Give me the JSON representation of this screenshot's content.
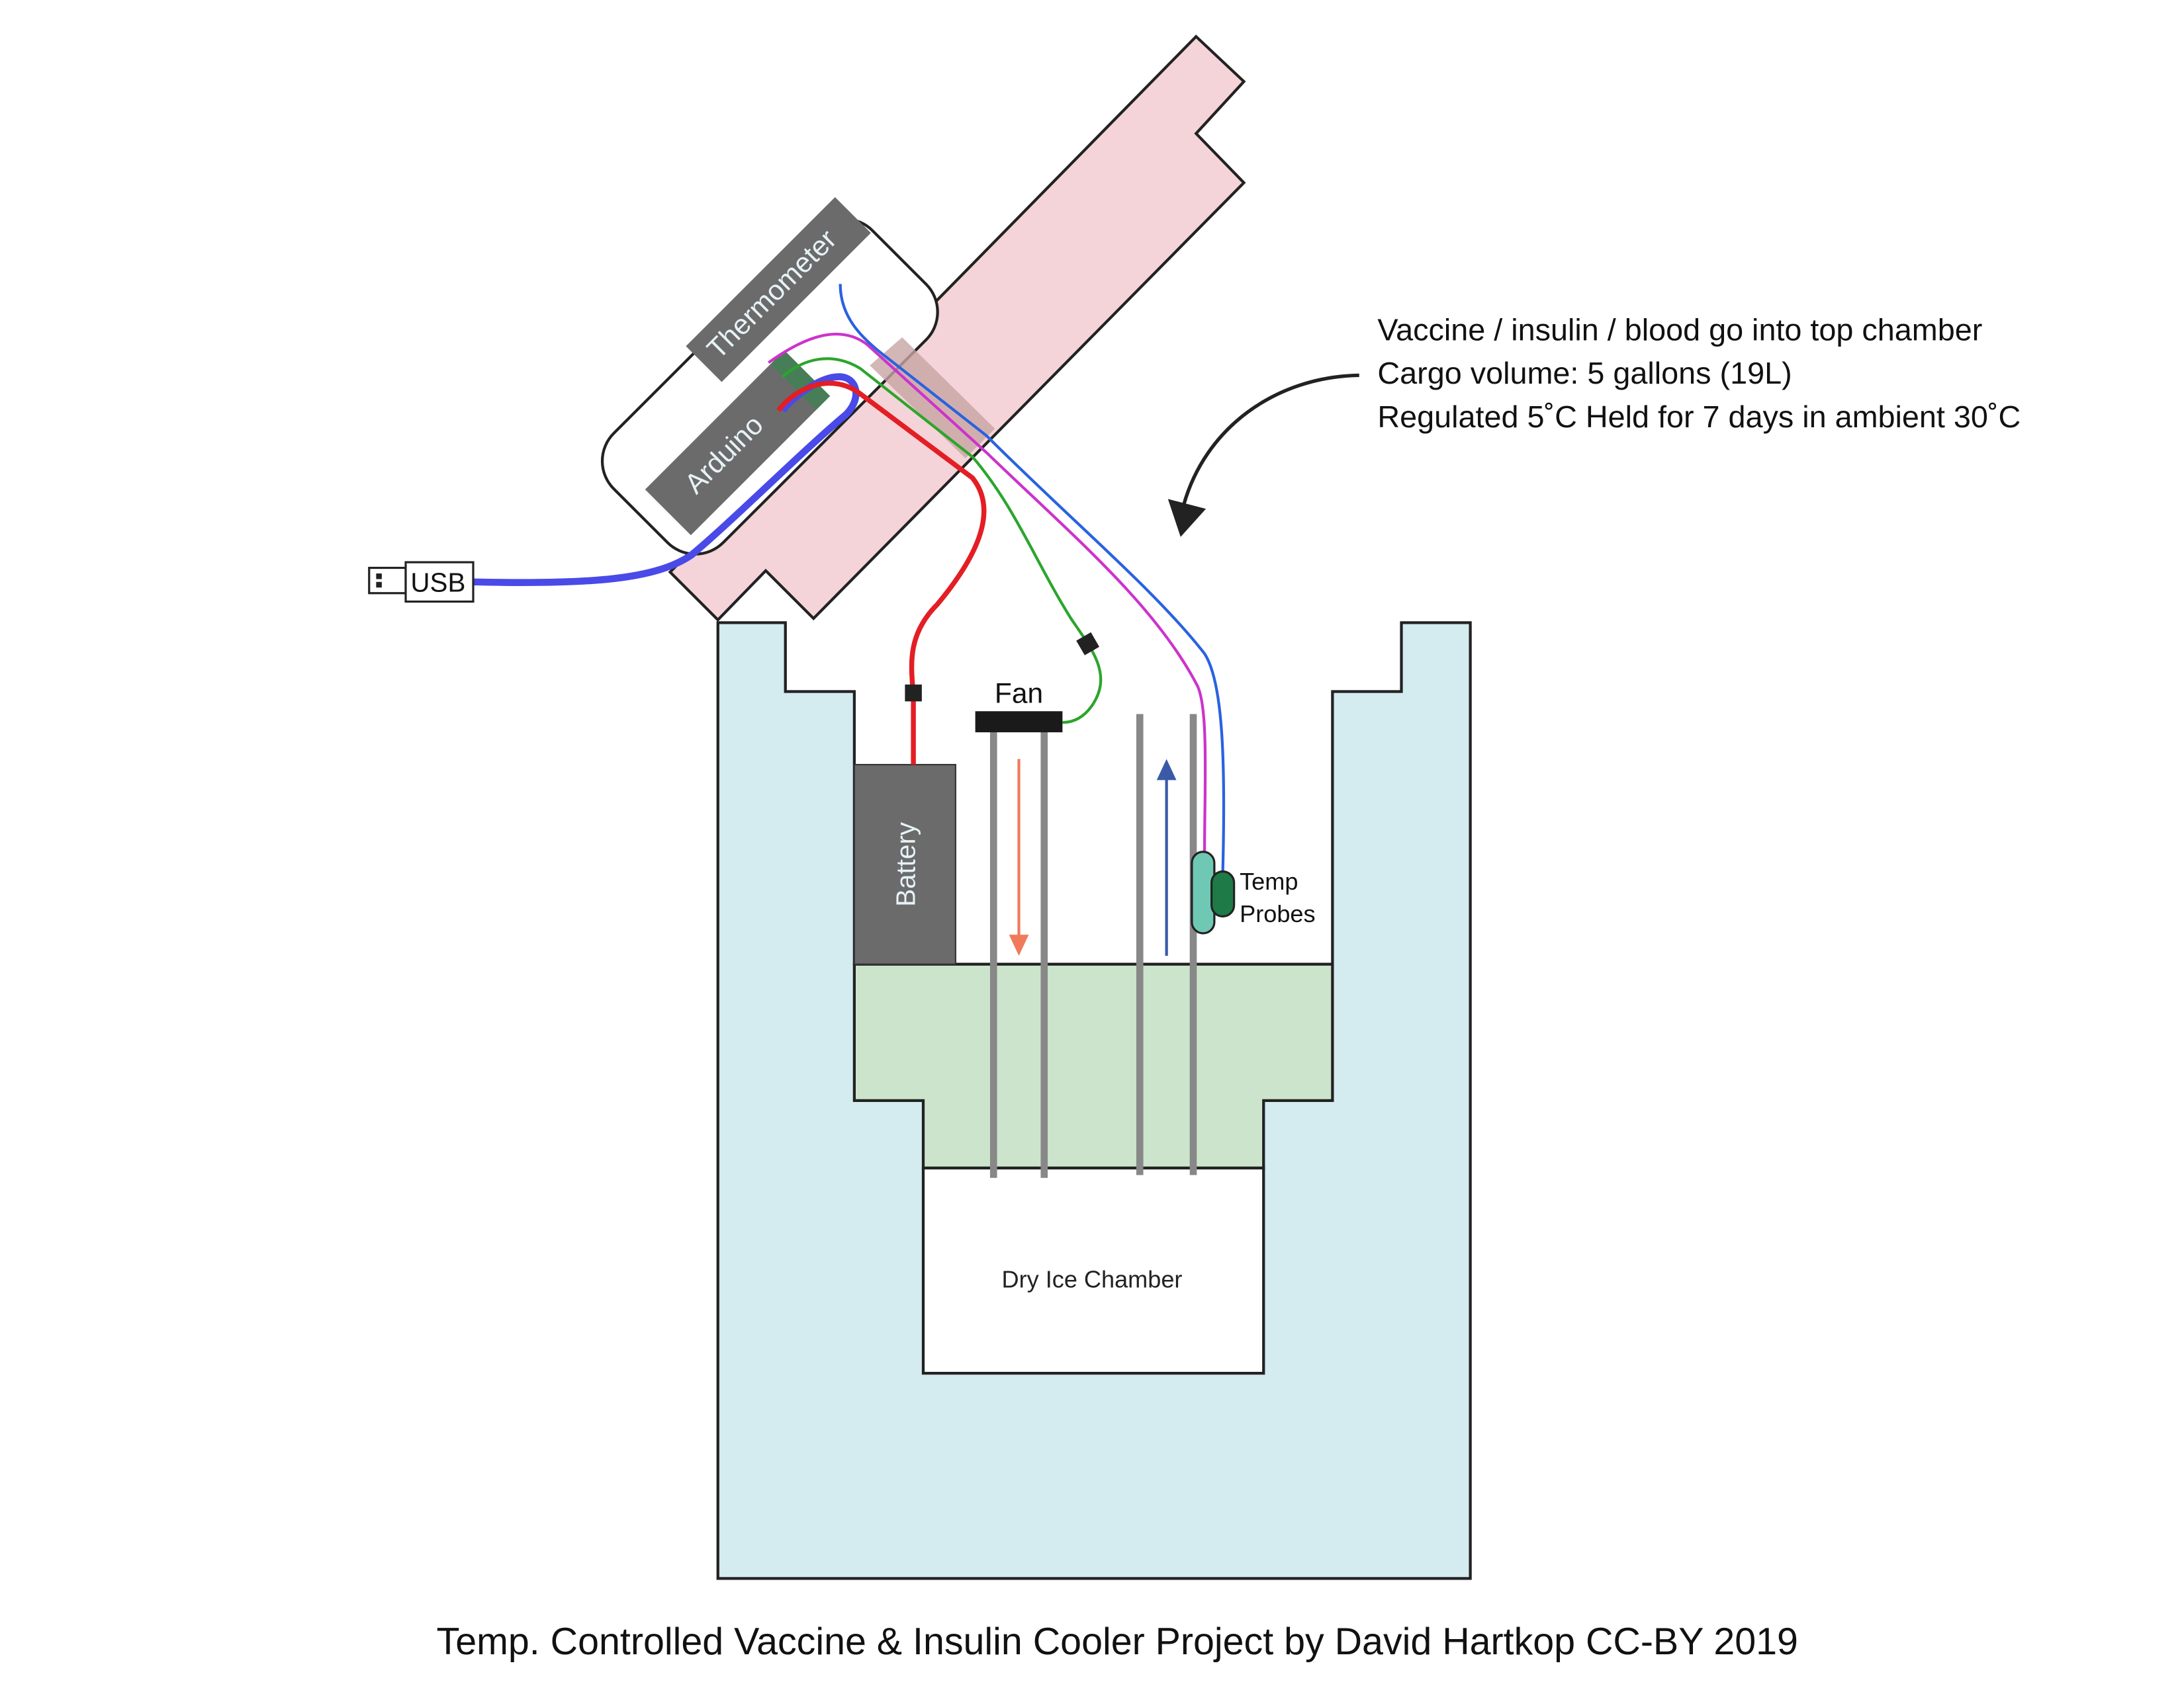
{
  "labels": {
    "thermometer": "Thermometer",
    "arduino": "Arduino",
    "usb": "USB",
    "fan": "Fan",
    "battery": "Battery",
    "temp_probes_line1": "Temp",
    "temp_probes_line2": "Probes",
    "dry_ice_chamber": "Dry Ice Chamber"
  },
  "annotation": {
    "line1": "Vaccine / insulin / blood go into top chamber",
    "line2": "Cargo volume: 5 gallons (19L)",
    "line3": "Regulated 5˚C Held for 7 days in ambient 30˚C"
  },
  "caption": "Temp. Controlled Vaccine & Insulin Cooler Project by David Hartkop  CC-BY 2019",
  "colors": {
    "cooler_fill": "#d4ebf0",
    "insulation_fill": "#cce4cc",
    "lid_fill": "#f4d4d8",
    "lid_band": "#c8a4a4",
    "module_fill": "#6b6b6b",
    "wire_red": "#e31e24",
    "wire_green": "#2ca52c",
    "wire_magenta": "#cc33cc",
    "wire_blue": "#2a62e0",
    "usb_cable": "#4a4ae8",
    "arrow_down": "#f07a5a",
    "arrow_up": "#3a5aa8",
    "probe_light": "#6ec8b4",
    "probe_dark": "#1e7a46"
  }
}
